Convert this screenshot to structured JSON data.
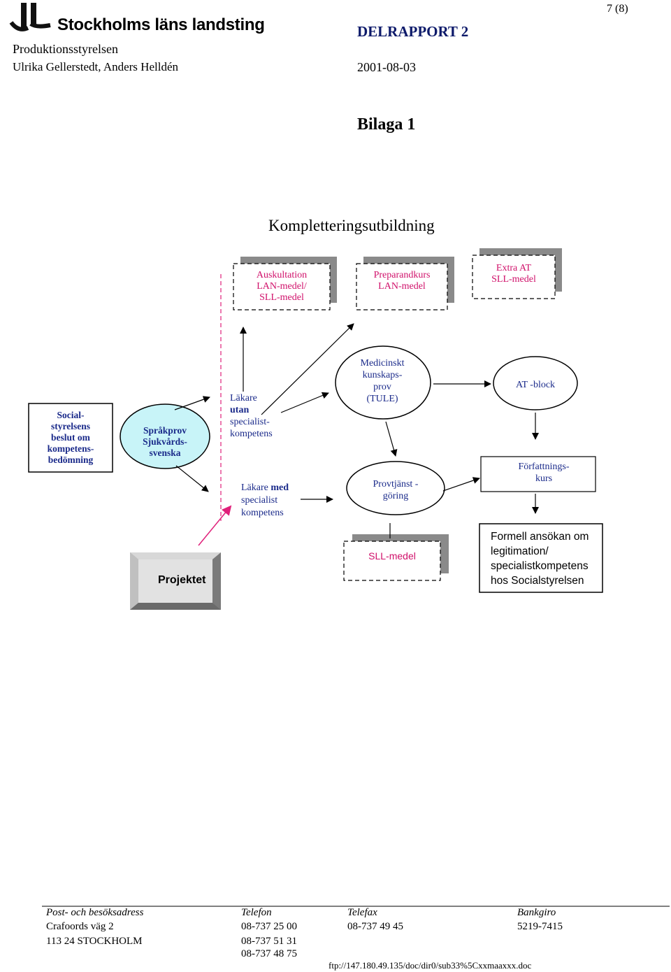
{
  "header": {
    "org_name": "Stockholms läns landsting",
    "page_number": "7 (8)",
    "report_title": "DELRAPPORT 2",
    "board": "Produktionsstyrelsen",
    "authors": "Ulrika Gellerstedt, Anders Helldén",
    "date": "2001-08-03"
  },
  "attachment_title": "Bilaga 1",
  "diagram": {
    "title": "Kompletteringsutbildning",
    "funding_boxes": {
      "auskultation": [
        "Auskultation",
        "LAN-medel/",
        "SLL-medel"
      ],
      "preparandkurs": [
        "Preparandkurs",
        "LAN-medel"
      ],
      "extra_at": [
        "Extra AT",
        "SLL-medel"
      ],
      "sll_medel": "SLL-medel"
    },
    "social_box": [
      "Social-",
      "styrelsens",
      "beslut om",
      "kompetens-",
      "bedömning"
    ],
    "sprakprov": [
      "Språkprov",
      "Sjukvårds-",
      "svenska"
    ],
    "lakare_utan": {
      "l1": "Läkare",
      "l2": "utan",
      "l3": "specialist-",
      "l4": "kompetens"
    },
    "lakare_med": {
      "l1a": "Läkare ",
      "l1b": "med",
      "l2": "specialist",
      "l3": "kompetens"
    },
    "tule": [
      "Medicinskt",
      "kunskaps-",
      "prov",
      "(TULE)"
    ],
    "provtjanst": [
      "Provtjänst -",
      "göring"
    ],
    "at_block": "AT -block",
    "forfattning": [
      "Författnings-",
      "kurs"
    ],
    "formell": [
      "Formell ansökan om",
      "legitimation/",
      "specialistkompetens",
      "hos Socialstyrelsen"
    ],
    "projektet": "Projektet"
  },
  "footer": {
    "address_label": "Post- och besöksadress",
    "address_line1": "Crafoords väg 2",
    "address_line2": "113 24  STOCKHOLM",
    "phone_label": "Telefon",
    "phone1": "08-737 25 00",
    "phone2": "08-737 51 31",
    "phone3": "08-737 48 75",
    "fax_label": "Telefax",
    "fax": "08-737 49 45",
    "bankgiro_label": "Bankgiro",
    "bankgiro": "5219-7415",
    "ftp_path": "ftp://147.180.49.135/doc/dir0/sub33%5Cxxmaaxxx.doc"
  },
  "colors": {
    "blue_text": "#1a2a8a",
    "pink_text": "#d0106a",
    "shadow": "#8a8a8a",
    "ellipse_fill": "#c8f4f8"
  }
}
